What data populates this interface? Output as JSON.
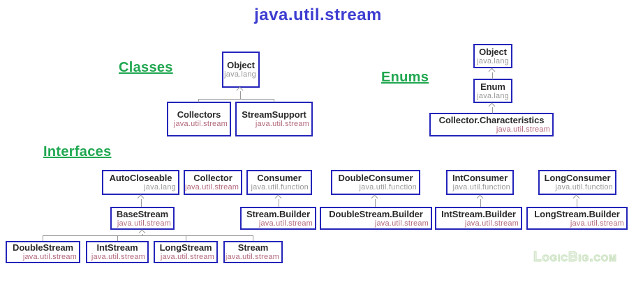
{
  "title": "java.util.stream",
  "watermark": "LogicBig.com",
  "sections": [
    {
      "id": "classes",
      "label": "Classes"
    },
    {
      "id": "enums",
      "label": "Enums"
    },
    {
      "id": "interfaces",
      "label": "Interfaces"
    }
  ],
  "colors": {
    "title_blue": "#3d3dd1",
    "heading_green": "#20a750",
    "box_border_blue": "#2424bb",
    "name_text": "#2a2a2a",
    "package_gray": "#9a9a9a",
    "package_pink": "#b2677b",
    "connector_gray": "#999999"
  },
  "nodes": [
    {
      "name": "Object",
      "package": "java.lang",
      "section": "classes"
    },
    {
      "name": "Collectors",
      "package": "java.util.stream",
      "section": "classes"
    },
    {
      "name": "StreamSupport",
      "package": "java.util.stream",
      "section": "classes"
    },
    {
      "name": "Object",
      "package": "java.lang",
      "section": "enums"
    },
    {
      "name": "Enum",
      "package": "java.lang",
      "section": "enums"
    },
    {
      "name": "Collector.Characteristics",
      "package": "java.util.stream",
      "section": "enums"
    },
    {
      "name": "AutoCloseable",
      "package": "java.lang",
      "section": "interfaces"
    },
    {
      "name": "Collector",
      "package": "java.util.stream",
      "section": "interfaces"
    },
    {
      "name": "Consumer",
      "package": "java.util.function",
      "section": "interfaces"
    },
    {
      "name": "DoubleConsumer",
      "package": "java.util.function",
      "section": "interfaces"
    },
    {
      "name": "IntConsumer",
      "package": "java.util.function",
      "section": "interfaces"
    },
    {
      "name": "LongConsumer",
      "package": "java.util.function",
      "section": "interfaces"
    },
    {
      "name": "BaseStream",
      "package": "java.util.stream",
      "section": "interfaces"
    },
    {
      "name": "Stream.Builder",
      "package": "java.util.stream",
      "section": "interfaces"
    },
    {
      "name": "DoubleStream.Builder",
      "package": "java.util.stream",
      "section": "interfaces"
    },
    {
      "name": "IntStream.Builder",
      "package": "java.util.stream",
      "section": "interfaces"
    },
    {
      "name": "LongStream.Builder",
      "package": "java.util.stream",
      "section": "interfaces"
    },
    {
      "name": "DoubleStream",
      "package": "java.util.stream",
      "section": "interfaces"
    },
    {
      "name": "IntStream",
      "package": "java.util.stream",
      "section": "interfaces"
    },
    {
      "name": "LongStream",
      "package": "java.util.stream",
      "section": "interfaces"
    },
    {
      "name": "Stream",
      "package": "java.util.stream",
      "section": "interfaces"
    }
  ],
  "edges": [
    {
      "from": "Collectors",
      "to": "Object"
    },
    {
      "from": "StreamSupport",
      "to": "Object"
    },
    {
      "from": "Enum",
      "to": "Object"
    },
    {
      "from": "Collector.Characteristics",
      "to": "Enum"
    },
    {
      "from": "BaseStream",
      "to": "AutoCloseable"
    },
    {
      "from": "Stream.Builder",
      "to": "Consumer"
    },
    {
      "from": "DoubleStream.Builder",
      "to": "DoubleConsumer"
    },
    {
      "from": "IntStream.Builder",
      "to": "IntConsumer"
    },
    {
      "from": "LongStream.Builder",
      "to": "LongConsumer"
    },
    {
      "from": "DoubleStream",
      "to": "BaseStream"
    },
    {
      "from": "IntStream",
      "to": "BaseStream"
    },
    {
      "from": "LongStream",
      "to": "BaseStream"
    },
    {
      "from": "Stream",
      "to": "BaseStream"
    }
  ]
}
